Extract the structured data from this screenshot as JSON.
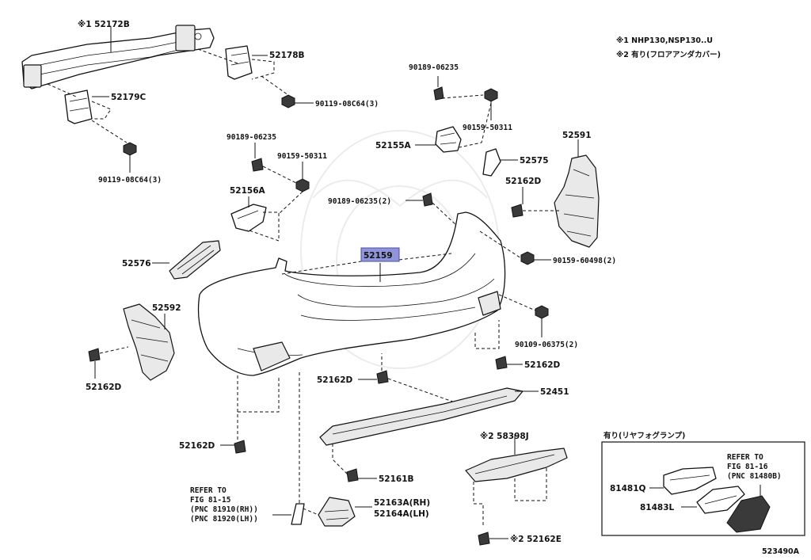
{
  "notes": {
    "note1": "※1 NHP130,NSP130..U",
    "note2": "※2 有り(フロアアンダカバー)"
  },
  "labels": {
    "p52172B": "※1 52172B",
    "p52178B": "52178B",
    "p52179C": "52179C",
    "p90119_08C64_a": "90119-08C64(3)",
    "p90119_08C64_b": "90119-08C64(3)",
    "p90189_06235_a": "90189-06235",
    "p90159_50311_a": "90159-50311",
    "p52155A": "52155A",
    "p52591": "52591",
    "p52575": "52575",
    "p52162D_a": "52162D",
    "p90189_06235_b": "90189-06235",
    "p90159_50311_b": "90159-50311",
    "p52156A": "52156A",
    "p90189_06235_2": "90189-06235(2)",
    "p52159": "52159",
    "p90159_60498": "90159-60498(2)",
    "p52576": "52576",
    "p52592": "52592",
    "p90109_06375": "90109-06375(2)",
    "p52162D_b": "52162D",
    "p52162D_c": "52162D",
    "p52162D_d": "52162D",
    "p52451": "52451",
    "p52162D_e": "52162D",
    "p58398J": "※2 58398J",
    "p52161B": "52161B",
    "p81481Q": "81481Q",
    "p81483L": "81483L",
    "p52163A": "52163A(RH)",
    "p52164A": "52164A(LH)",
    "p52162E": "※2 52162E"
  },
  "refs": {
    "left_title": "REFER TO",
    "left_fig": "FIG 81-15",
    "left_pnc1": "(PNC 81910(RH))",
    "left_pnc2": "(PNC 81920(LH))",
    "right_title": "REFER TO",
    "right_fig": "FIG 81-16",
    "right_pnc": "(PNC 81480B)"
  },
  "inset": {
    "title": "有り(リヤフォグランプ)"
  },
  "diagram_code": "523490A",
  "colors": {
    "highlight": "#8f95d8",
    "line": "#111111"
  }
}
